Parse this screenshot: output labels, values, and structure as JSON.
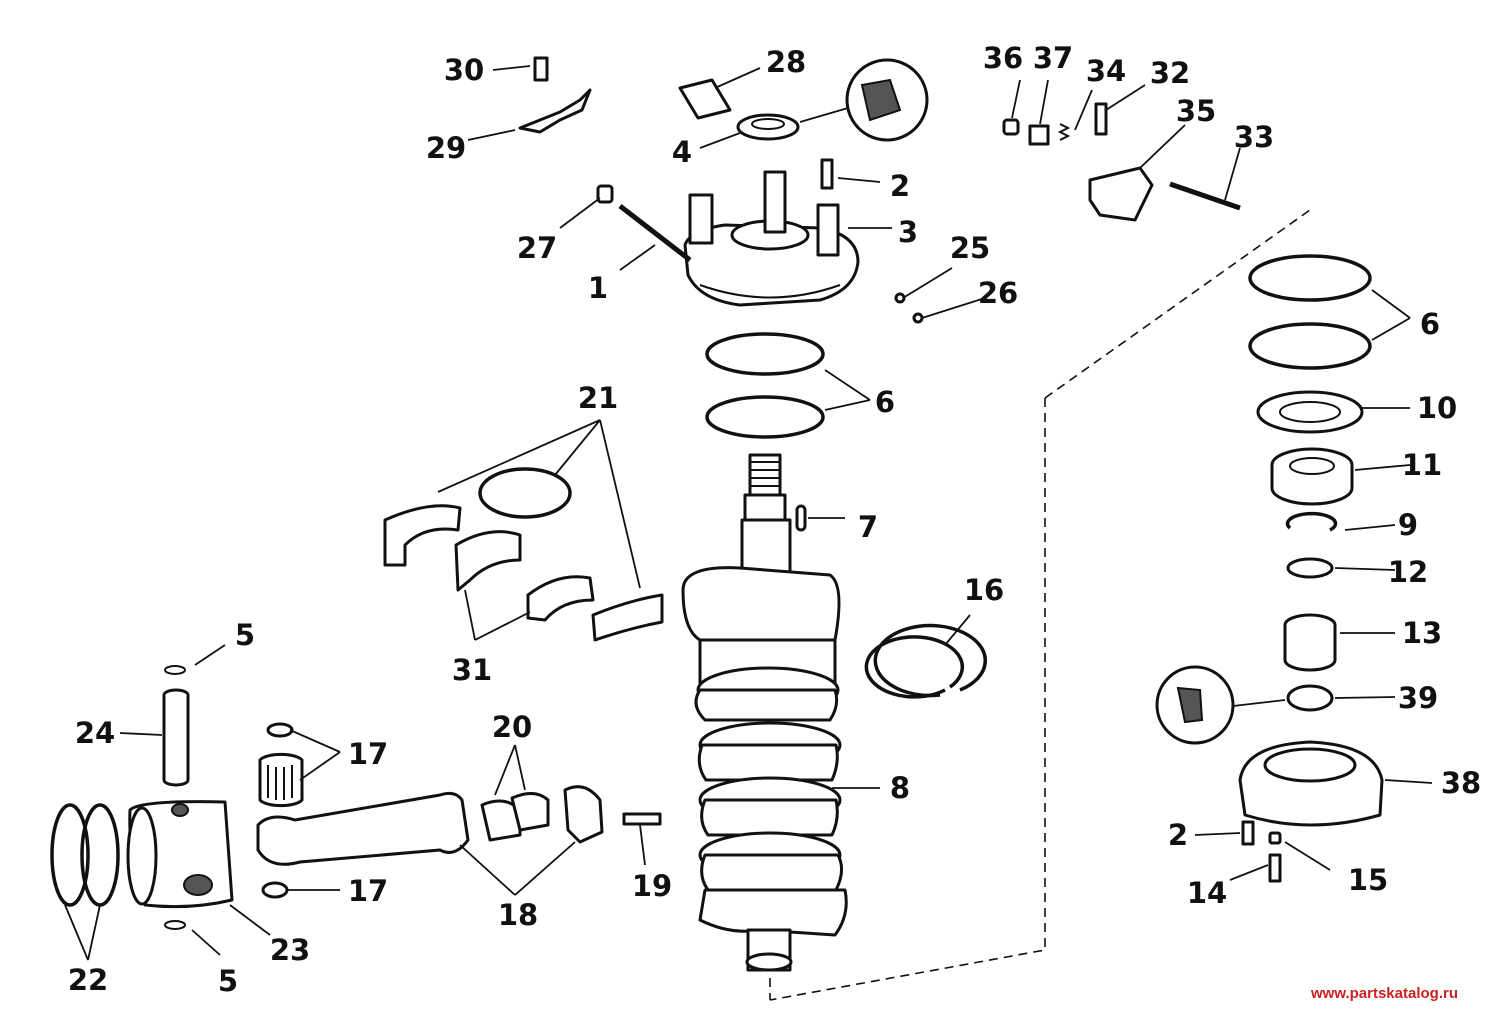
{
  "callouts": [
    "1",
    "2",
    "3",
    "4",
    "5",
    "6",
    "7",
    "8",
    "9",
    "10",
    "11",
    "12",
    "13",
    "14",
    "15",
    "16",
    "17",
    "18",
    "19",
    "20",
    "21",
    "22",
    "23",
    "24",
    "25",
    "26",
    "27",
    "28",
    "29",
    "30",
    "31",
    "32",
    "33",
    "34",
    "35",
    "36",
    "37",
    "38",
    "39"
  ],
  "watermark": "www.partskatalog.ru",
  "colors": {
    "ink": "#111111",
    "background": "#ffffff",
    "watermark": "#cc2222"
  }
}
